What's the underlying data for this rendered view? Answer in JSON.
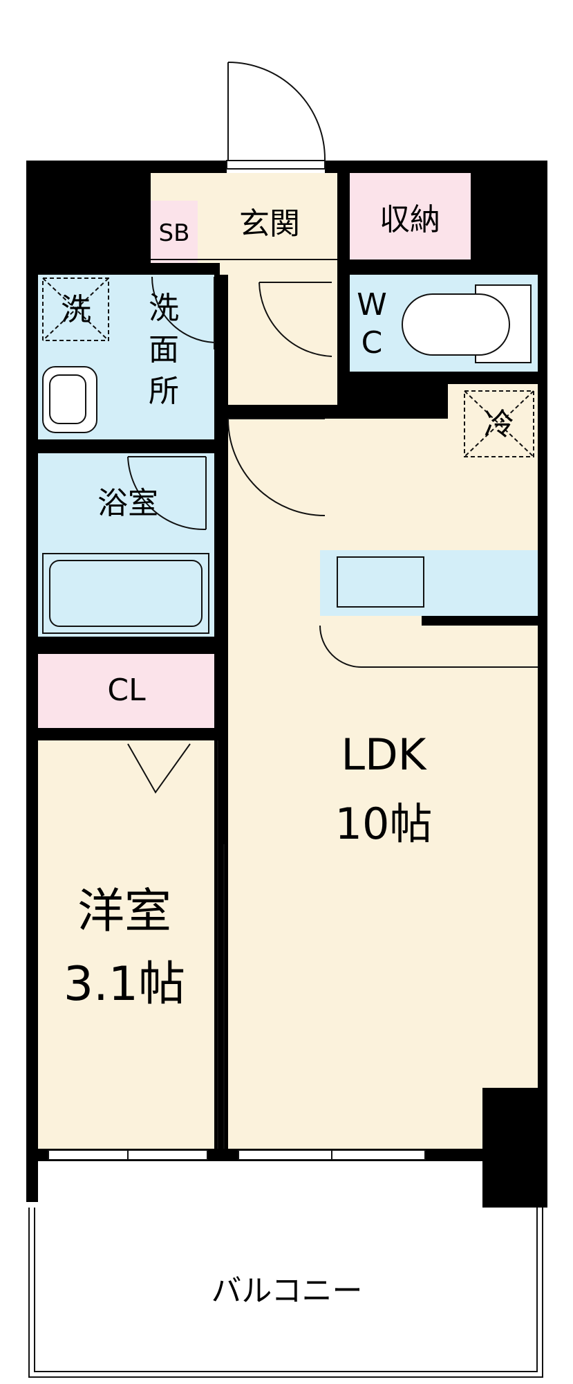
{
  "colors": {
    "wall": "#000000",
    "beige": "#fbf2dc",
    "pink": "#fbe3ea",
    "blue": "#d3eef8",
    "white": "#ffffff",
    "line": "#111111"
  },
  "rooms": {
    "entrance": "玄関",
    "shoe_box": "SB",
    "storage": "収納",
    "washer": "洗",
    "washroom": [
      "洗",
      "面",
      "所"
    ],
    "toilet": [
      "W",
      "C"
    ],
    "fridge": "冷",
    "bathroom": "浴室",
    "closet": "CL",
    "ldk_name": "LDK",
    "ldk_size": "10帖",
    "western_name": "洋室",
    "western_size": "3.1帖",
    "balcony": "バルコニー"
  }
}
